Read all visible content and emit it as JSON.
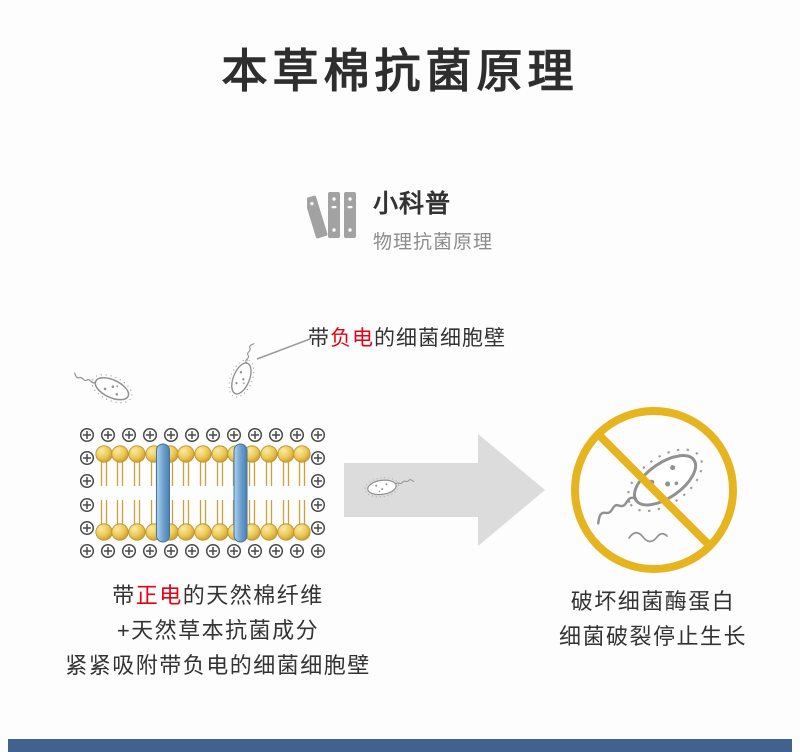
{
  "page": {
    "title": "本草棉抗菌原理"
  },
  "science_note": {
    "heading": "小科普",
    "subheading": "物理抗菌原理"
  },
  "diagram": {
    "callout": {
      "prefix": "带",
      "highlight": "负电",
      "suffix": "的细菌细胞壁"
    },
    "left_caption": {
      "line1": {
        "prefix": "带",
        "highlight": "正电",
        "suffix": "的天然棉纤维"
      },
      "line2": "+天然草本抗菌成分",
      "line3": "紧紧吸附带负电的细菌细胞壁"
    },
    "right_caption": {
      "line1": "破坏细菌酶蛋白",
      "line2": "细菌破裂停止生长"
    }
  },
  "icons": {
    "science": "books-icon",
    "bacteria": "bacterium-icon",
    "membrane_charges": "plus-circle-icon",
    "transition": "arrow-right-icon",
    "result": "no-bacteria-icon"
  },
  "colors": {
    "page_background": "#fdfdfd",
    "text_dark": "#333333",
    "text_gray": "#8c8c8c",
    "highlight_red": "#e60012",
    "membrane_gold": "#e8c24f",
    "channel_blue": "#6fa3cf",
    "bacteria_gray": "#919191",
    "arrow_gray": "#dcdcdc",
    "ban_yellow": "#e6b41e",
    "footer_blue": "#41618f"
  }
}
